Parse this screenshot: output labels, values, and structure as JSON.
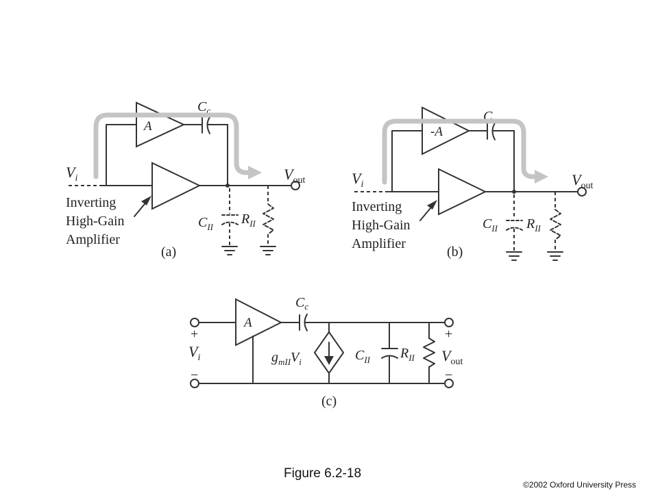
{
  "figure": {
    "caption": "Figure 6.2-18",
    "copyright": "©2002 Oxford University Press"
  },
  "panel_a": {
    "tag": "(a)",
    "amp_label": "A",
    "cap_label": "C",
    "cap_sub": "c",
    "vin": "V",
    "vin_sub": "i",
    "vout": "V",
    "vout_sub": "out",
    "c2": "C",
    "c2_sub": "II",
    "r2": "R",
    "r2_sub": "II",
    "note_line1": "Inverting",
    "note_line2": "High-Gain",
    "note_line3": "Amplifier"
  },
  "panel_b": {
    "tag": "(b)",
    "amp_label": "-A",
    "cap_label": "C",
    "cap_sub": "c",
    "vin": "V",
    "vin_sub": "i",
    "vout": "V",
    "vout_sub": "out",
    "c2": "C",
    "c2_sub": "II",
    "r2": "R",
    "r2_sub": "II",
    "note_line1": "Inverting",
    "note_line2": "High-Gain",
    "note_line3": "Amplifier"
  },
  "panel_c": {
    "tag": "(c)",
    "amp_label": "A",
    "cap_label": "C",
    "cap_sub": "c",
    "gm": "g",
    "gm_sub": "mII",
    "gm_v": "V",
    "gm_v_sub": "i",
    "c2": "C",
    "c2_sub": "II",
    "r2": "R",
    "r2_sub": "II",
    "vin": "V",
    "vin_sub": "i",
    "vout": "V",
    "vout_sub": "out",
    "plus": "+",
    "minus": "−"
  },
  "colors": {
    "wire": "#333333",
    "signal_path": "#c4c4c4"
  }
}
